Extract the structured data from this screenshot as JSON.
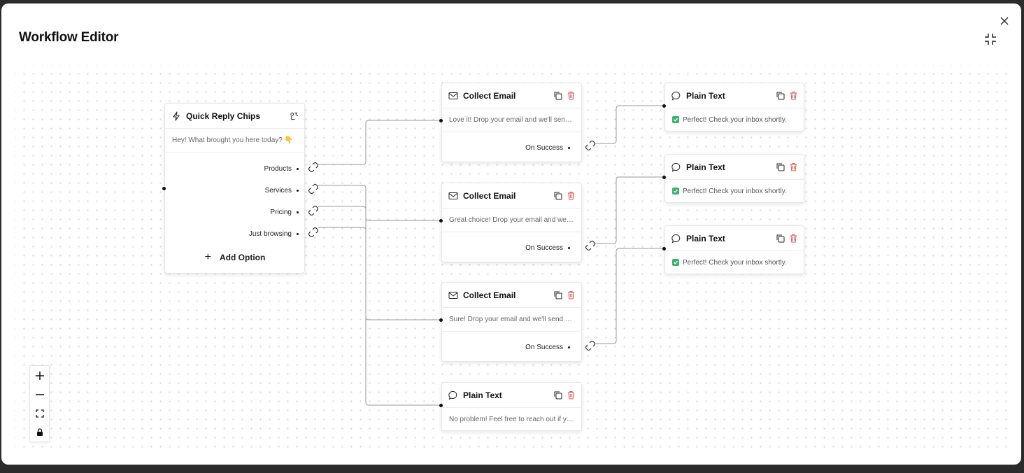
{
  "modal": {
    "title": "Workflow Editor",
    "close_icon": "close-icon",
    "collapse_icon": "collapse-icon"
  },
  "colors": {
    "delete": "#e05252",
    "check": "#3cb371",
    "edge": "#9a9a9a"
  },
  "quick_reply": {
    "title": "Quick Reply Chips",
    "message": "Hey! What brought you here today? 👇",
    "options": [
      "Products",
      "Services",
      "Pricing",
      "Just browsing"
    ],
    "add_option": "Add Option"
  },
  "collect_email_nodes": [
    {
      "title": "Collect Email",
      "message": "Love it! Drop your email and we'll send y...",
      "success": "On Success"
    },
    {
      "title": "Collect Email",
      "message": "Great choice! Drop your email and we'll s...",
      "success": "On Success"
    },
    {
      "title": "Collect Email",
      "message": "Sure! Drop your email and we'll send our ...",
      "success": "On Success"
    }
  ],
  "plain_text_browse": {
    "title": "Plain Text",
    "message": "No problem! Feel free to reach out if you ..."
  },
  "plain_text_nodes": [
    {
      "title": "Plain Text",
      "message": "Perfect! Check your inbox shortly."
    },
    {
      "title": "Plain Text",
      "message": "Perfect! Check your inbox shortly."
    },
    {
      "title": "Plain Text",
      "message": "Perfect! Check your inbox shortly."
    }
  ]
}
